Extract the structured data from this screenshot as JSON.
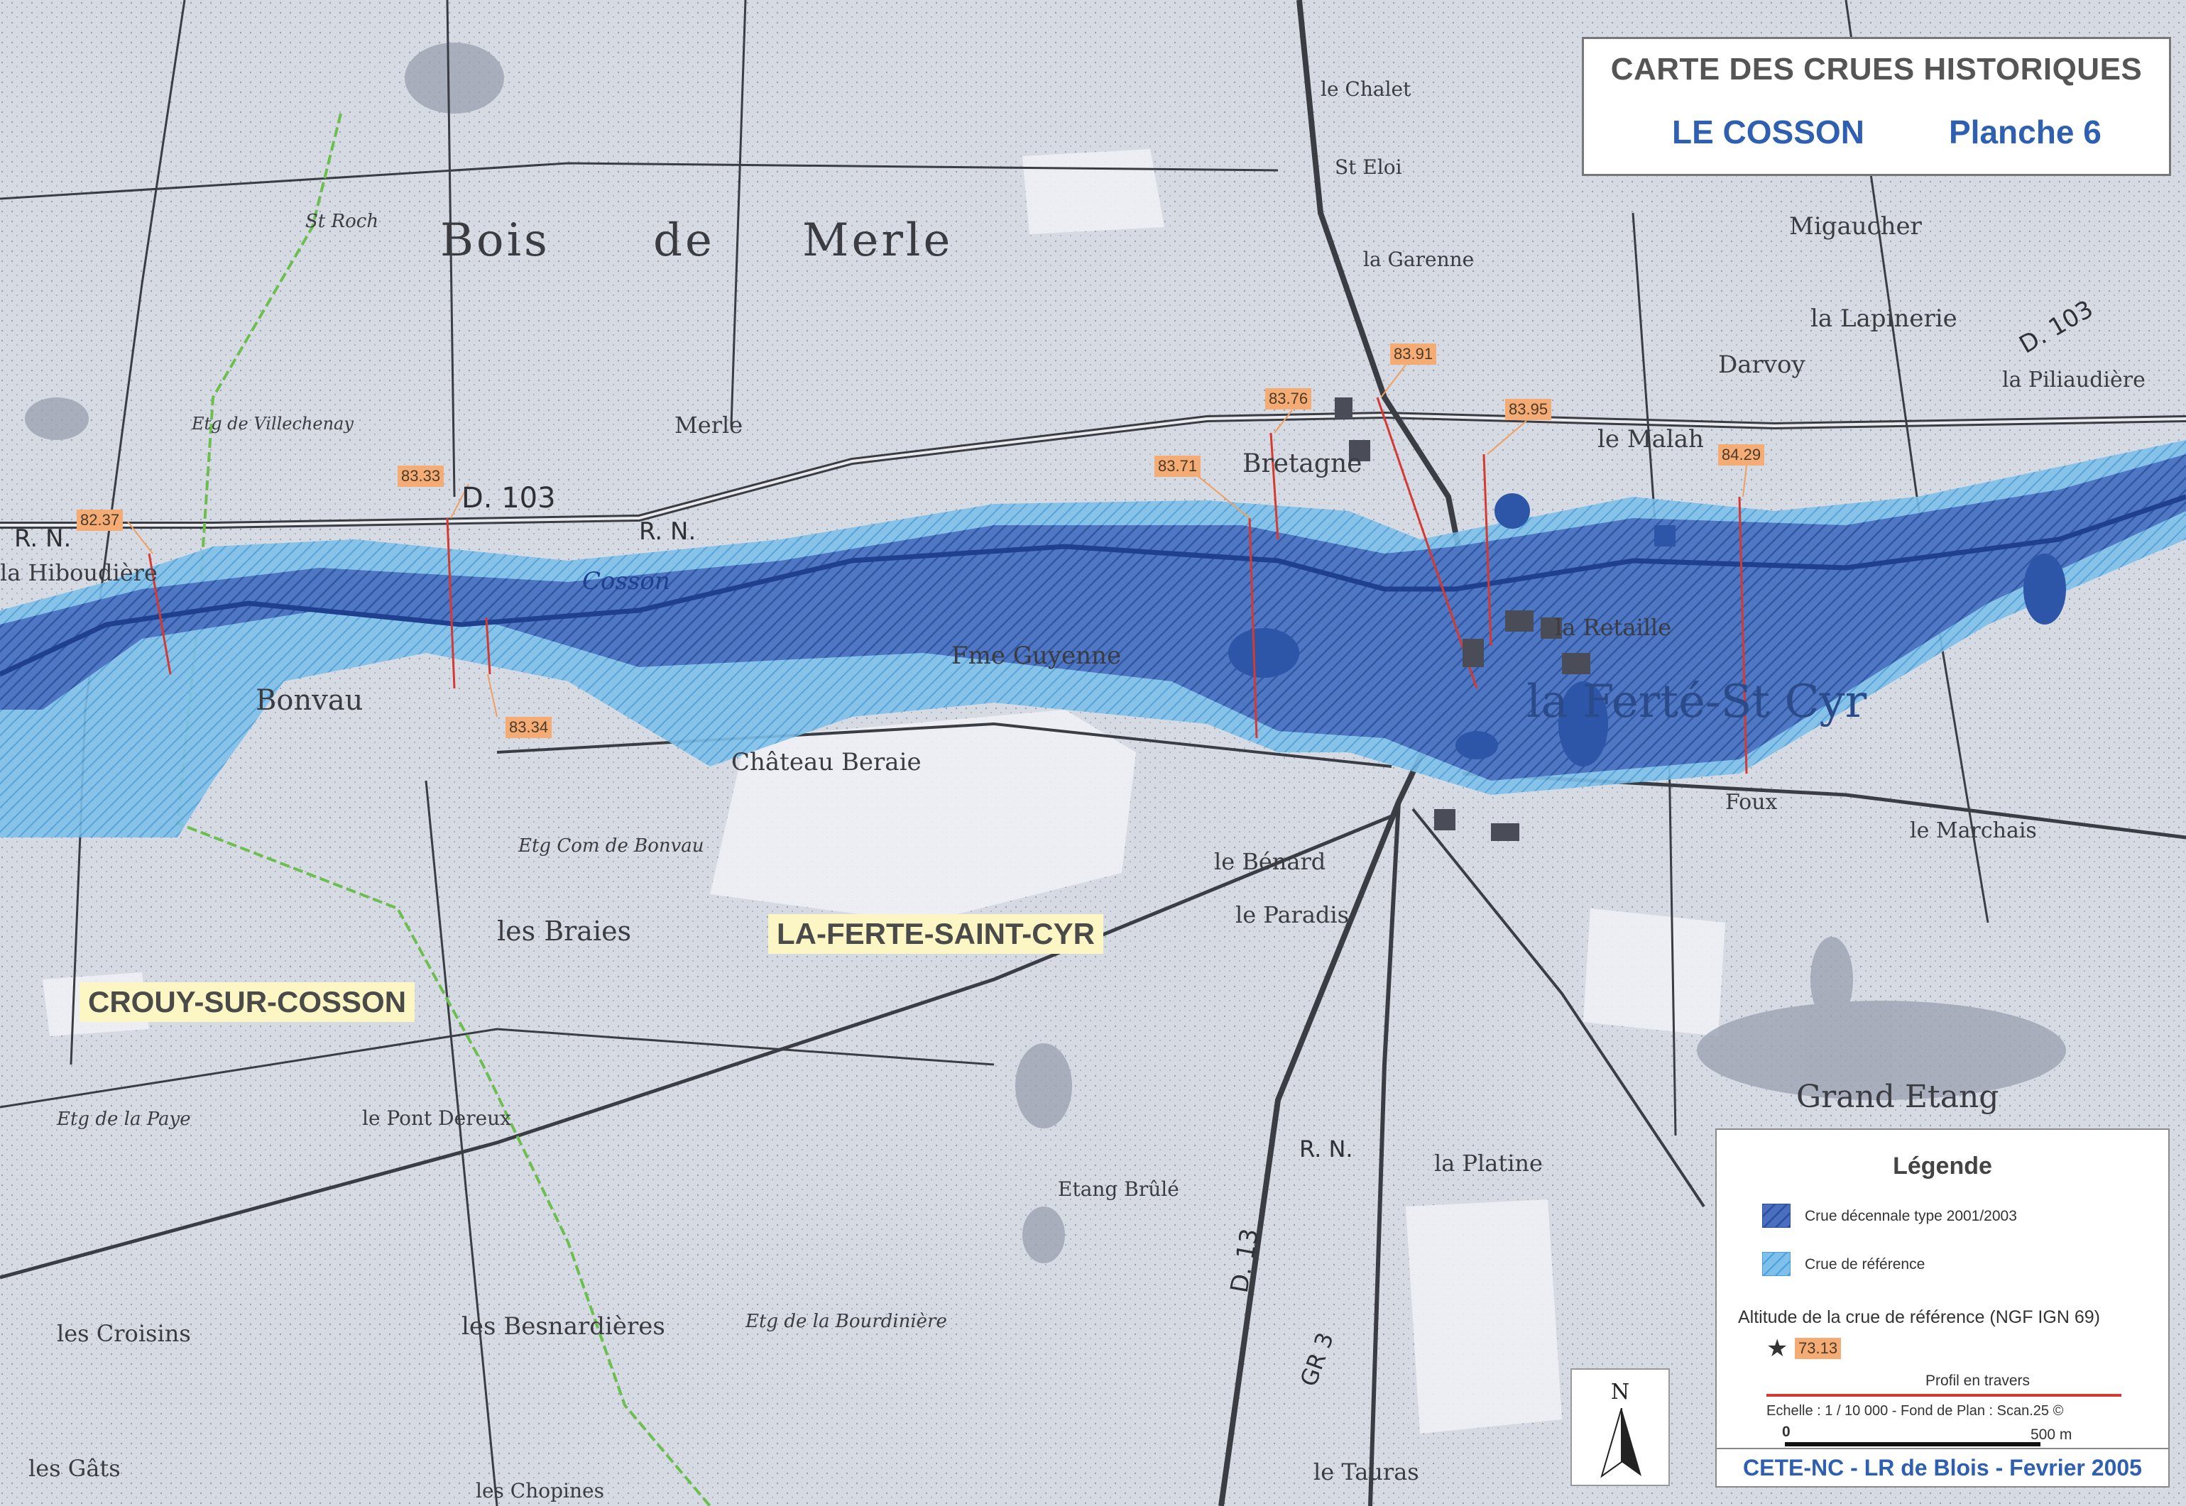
{
  "title": {
    "main": "CARTE DES CRUES HISTORIQUES",
    "river": "LE COSSON",
    "sheet": "Planche 6"
  },
  "communes": [
    "LA-FERTE-SAINT-CYR",
    "CROUY-SUR-COSSON"
  ],
  "place_names": [
    "Bois",
    "de",
    "Merle",
    "Migaucher",
    "la Lapinerie",
    "la Piliaudière",
    "Darvoy",
    "le Malah",
    "la Retaille",
    "la Ferté-St Cyr",
    "Bonvau",
    "Château Beraie",
    "Fme Guyenne",
    "le Bénard",
    "le Paradis",
    "les Braies",
    "Etg Com de Bonvau",
    "Grand Etang",
    "la Platine",
    "Etang Brûlé",
    "le Pont Dereux",
    "les Besnardières",
    "les Croisins",
    "les Gâts",
    "les Chopines",
    "le Tauras",
    "Foux",
    "le Marchais",
    "la Hiboudière",
    "Bretagne",
    "la Garenne",
    "le Chalet",
    "St Eloi",
    "Merle",
    "Cosson",
    "Etg de la Paye",
    "Etg de la Bourdinière",
    "Etg de Villechenay",
    "St Roch"
  ],
  "road_labels": [
    "D. 103",
    "R. N.",
    "R. N.",
    "D. 103",
    "D. 13",
    "GR 3",
    "R. N."
  ],
  "altitudes": [
    "82.37",
    "83.33",
    "83.34",
    "83.71",
    "83.76",
    "83.91",
    "83.95",
    "84.29"
  ],
  "legend": {
    "title": "Légende",
    "decennial": "Crue décennale type 2001/2003",
    "reference": "Crue de référence",
    "altitude_caption": "Altitude de la crue de référence (NGF IGN 69)",
    "altitude_sample": "73.13",
    "profile": "Profil en travers",
    "scale": "Echelle : 1 / 10 000 - Fond de Plan : Scan.25 ©",
    "scale_zero": "0",
    "scale_end": "500 m"
  },
  "north": "N",
  "footer": "CETE-NC - LR de Blois - Fevrier 2005",
  "colors": {
    "decennial": "#3a62b4",
    "reference": "#5aa8de",
    "profile_line": "#d43a32",
    "label_bg": "#f4ab74",
    "commune_bg": "#fbf6c3",
    "title_blue": "#2f5fb0"
  }
}
